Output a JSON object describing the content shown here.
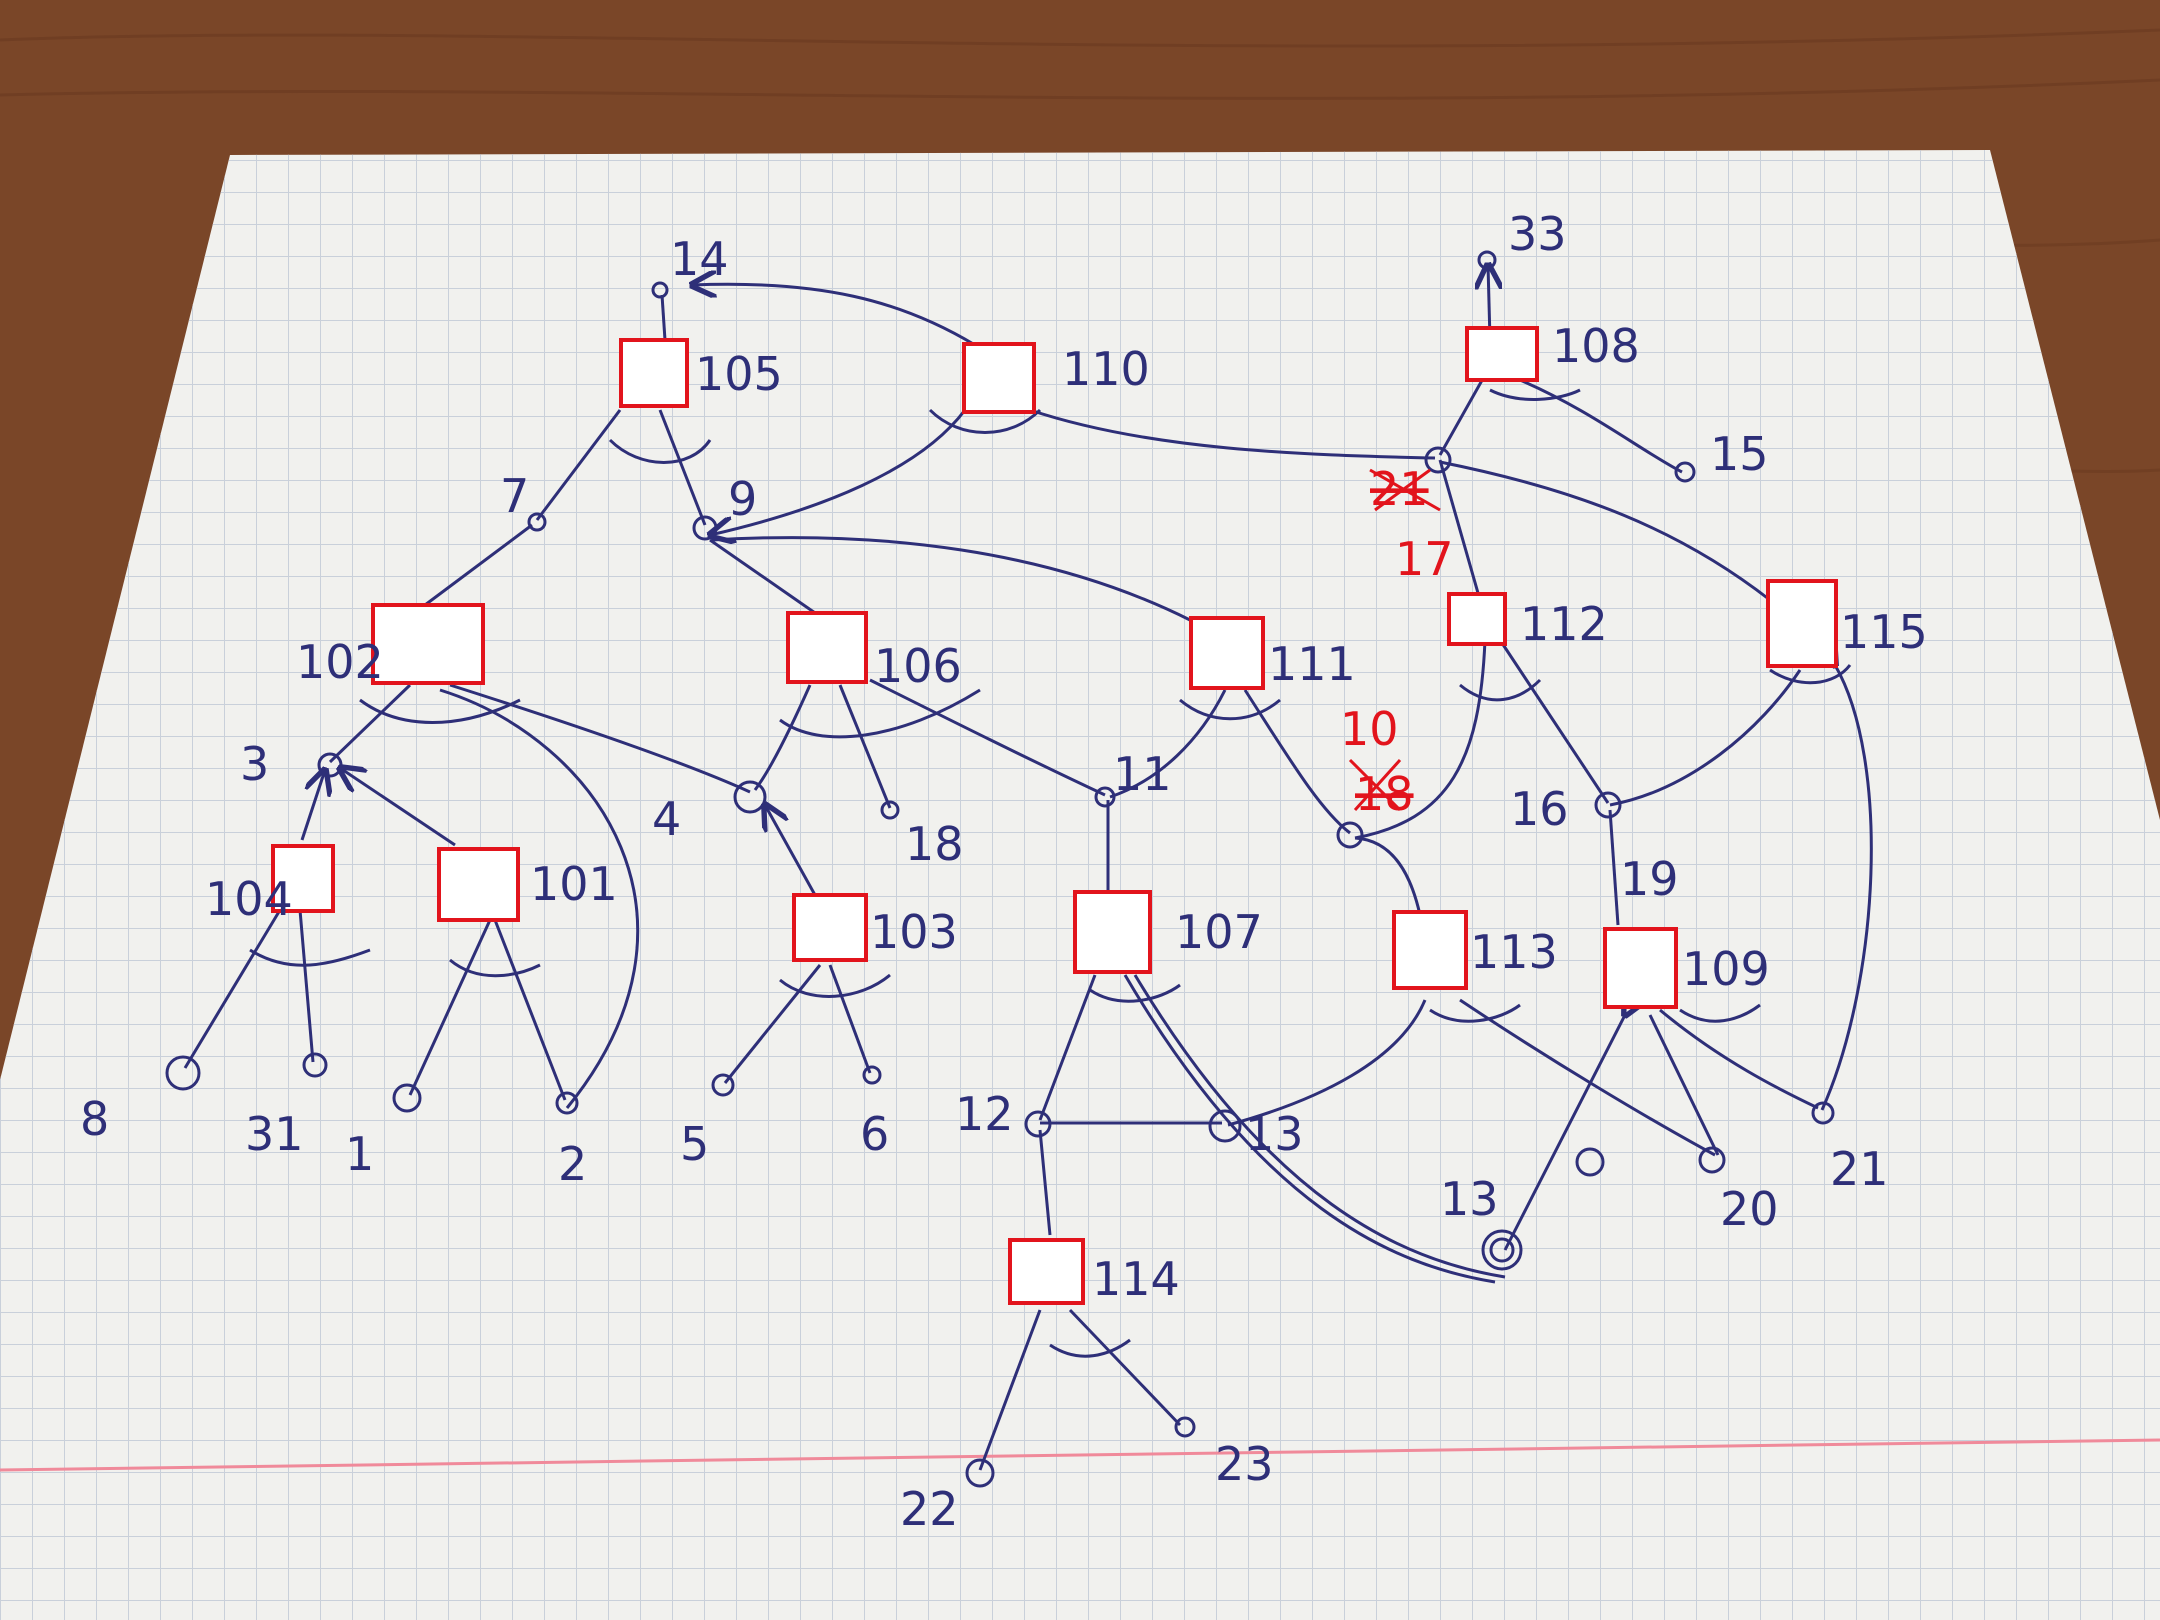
{
  "colors": {
    "ink": "#2e2f78",
    "box_stroke": "#e2141c",
    "box_fill": "#ffffff",
    "paper": "#f1f1ee",
    "grid": "#c9d0da",
    "margin_line": "#f08a9a",
    "table": "#7a4628"
  },
  "diagram": {
    "nodes": [
      {
        "id": "n14",
        "label": "14"
      },
      {
        "id": "n33",
        "label": "33"
      },
      {
        "id": "n7",
        "label": "7"
      },
      {
        "id": "n9",
        "label": "9"
      },
      {
        "id": "n15",
        "label": "15"
      },
      {
        "id": "n17",
        "label": "17",
        "struck_label": "21"
      },
      {
        "id": "n3",
        "label": "3"
      },
      {
        "id": "n4",
        "label": "4"
      },
      {
        "id": "n18",
        "label": "18"
      },
      {
        "id": "n11",
        "label": "11"
      },
      {
        "id": "n10",
        "label": "10",
        "struck_label": "18"
      },
      {
        "id": "n16",
        "label": "16"
      },
      {
        "id": "n19",
        "label": "19"
      },
      {
        "id": "n8",
        "label": "8"
      },
      {
        "id": "n31",
        "label": "31"
      },
      {
        "id": "n1",
        "label": "1"
      },
      {
        "id": "n2",
        "label": "2"
      },
      {
        "id": "n5",
        "label": "5"
      },
      {
        "id": "n6",
        "label": "6"
      },
      {
        "id": "n12",
        "label": "12"
      },
      {
        "id": "n13a",
        "label": "13"
      },
      {
        "id": "n13b",
        "label": "13"
      },
      {
        "id": "n20",
        "label": "20"
      },
      {
        "id": "n21",
        "label": "21"
      },
      {
        "id": "n22",
        "label": "22"
      },
      {
        "id": "n23",
        "label": "23"
      }
    ],
    "boxes": [
      {
        "id": "b105",
        "label": "105"
      },
      {
        "id": "b110",
        "label": "110"
      },
      {
        "id": "b108",
        "label": "108"
      },
      {
        "id": "b102",
        "label": "102"
      },
      {
        "id": "b106",
        "label": "106"
      },
      {
        "id": "b111",
        "label": "111"
      },
      {
        "id": "b112",
        "label": "112"
      },
      {
        "id": "b115",
        "label": "115"
      },
      {
        "id": "b104",
        "label": "104"
      },
      {
        "id": "b101",
        "label": "101"
      },
      {
        "id": "b103",
        "label": "103"
      },
      {
        "id": "b107",
        "label": "107"
      },
      {
        "id": "b113",
        "label": "113"
      },
      {
        "id": "b109",
        "label": "109"
      },
      {
        "id": "b114",
        "label": "114"
      }
    ],
    "edges": [
      {
        "from": "b105",
        "to": "n14"
      },
      {
        "from": "b105",
        "to": "n7"
      },
      {
        "from": "b105",
        "to": "n9"
      },
      {
        "from": "b110",
        "to": "n14"
      },
      {
        "from": "b110",
        "to": "n9"
      },
      {
        "from": "b110",
        "to": "n17"
      },
      {
        "from": "b108",
        "to": "n33"
      },
      {
        "from": "b108",
        "to": "n17"
      },
      {
        "from": "b108",
        "to": "n15"
      },
      {
        "from": "b102",
        "to": "n7"
      },
      {
        "from": "b102",
        "to": "n3"
      },
      {
        "from": "b102",
        "to": "n4"
      },
      {
        "from": "b102",
        "to": "n2"
      },
      {
        "from": "b106",
        "to": "n9"
      },
      {
        "from": "b106",
        "to": "n4"
      },
      {
        "from": "b106",
        "to": "n18"
      },
      {
        "from": "b106",
        "to": "n11"
      },
      {
        "from": "b111",
        "to": "n9"
      },
      {
        "from": "b111",
        "to": "n11"
      },
      {
        "from": "b111",
        "to": "n10"
      },
      {
        "from": "b112",
        "to": "n17"
      },
      {
        "from": "b112",
        "to": "n10"
      },
      {
        "from": "b112",
        "to": "n16"
      },
      {
        "from": "b115",
        "to": "n17"
      },
      {
        "from": "b115",
        "to": "n16"
      },
      {
        "from": "b115",
        "to": "n21"
      },
      {
        "from": "b104",
        "to": "n3"
      },
      {
        "from": "b104",
        "to": "n8"
      },
      {
        "from": "b104",
        "to": "n31"
      },
      {
        "from": "b101",
        "to": "n3"
      },
      {
        "from": "b101",
        "to": "n1"
      },
      {
        "from": "b101",
        "to": "n2"
      },
      {
        "from": "b103",
        "to": "n4"
      },
      {
        "from": "b103",
        "to": "n5"
      },
      {
        "from": "b103",
        "to": "n6"
      },
      {
        "from": "b107",
        "to": "n11"
      },
      {
        "from": "b107",
        "to": "n12"
      },
      {
        "from": "b107",
        "to": "n13b"
      },
      {
        "from": "b113",
        "to": "n10"
      },
      {
        "from": "b113",
        "to": "n13a"
      },
      {
        "from": "b113",
        "to": "n20"
      },
      {
        "from": "b109",
        "to": "n19"
      },
      {
        "from": "b109",
        "to": "n13b"
      },
      {
        "from": "b109",
        "to": "n21"
      },
      {
        "from": "b114",
        "to": "n12"
      },
      {
        "from": "b114",
        "to": "n22"
      },
      {
        "from": "b114",
        "to": "n23"
      }
    ]
  }
}
